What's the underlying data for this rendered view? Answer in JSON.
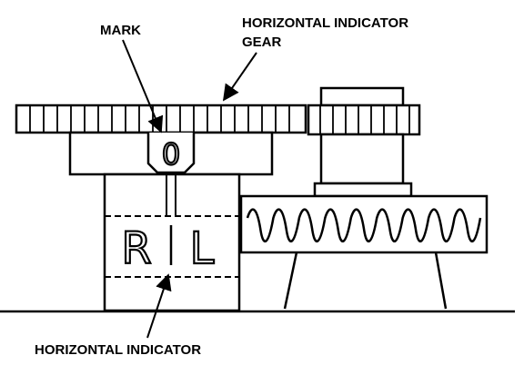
{
  "labels": {
    "mark": "MARK",
    "gear_line1": "HORIZONTAL INDICATOR",
    "gear_line2": "GEAR",
    "indicator": "HORIZONTAL INDICATOR"
  },
  "mark_numeral": "0",
  "scale_letters": [
    "R",
    "L"
  ],
  "colors": {
    "ink": "#000000",
    "paper": "#ffffff"
  }
}
